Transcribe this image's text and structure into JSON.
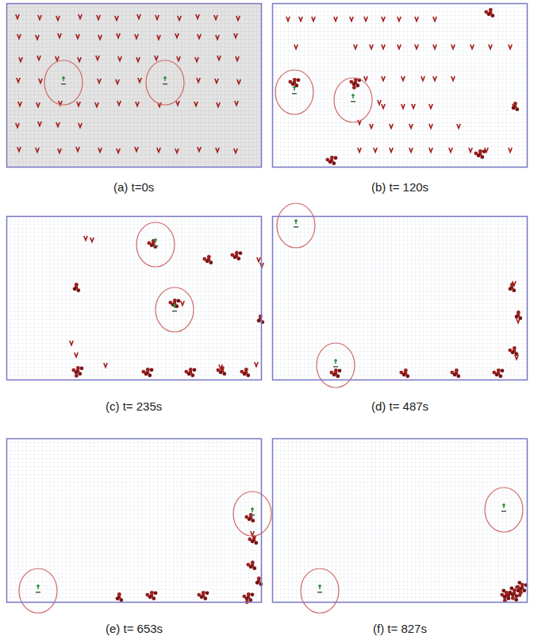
{
  "diagram": {
    "labels": [
      "(a) t=0s",
      "(b) t= 120s",
      "(c) t= 235s",
      "(d) t= 487s",
      "(e) t= 653s",
      "(f) t= 827s"
    ]
  }
}
